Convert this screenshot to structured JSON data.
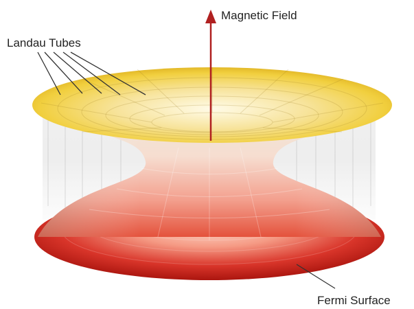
{
  "labels": {
    "magnetic_field": "Magnetic Field",
    "landau_tubes": "Landau Tubes",
    "fermi_surface": "Fermi Surface"
  },
  "colors": {
    "arrow": "#b02020",
    "top_rim": "#f2cf38",
    "bottom_rim": "#c41e14",
    "neck": "#f1e9dc",
    "tube": "#d8d8d8"
  }
}
